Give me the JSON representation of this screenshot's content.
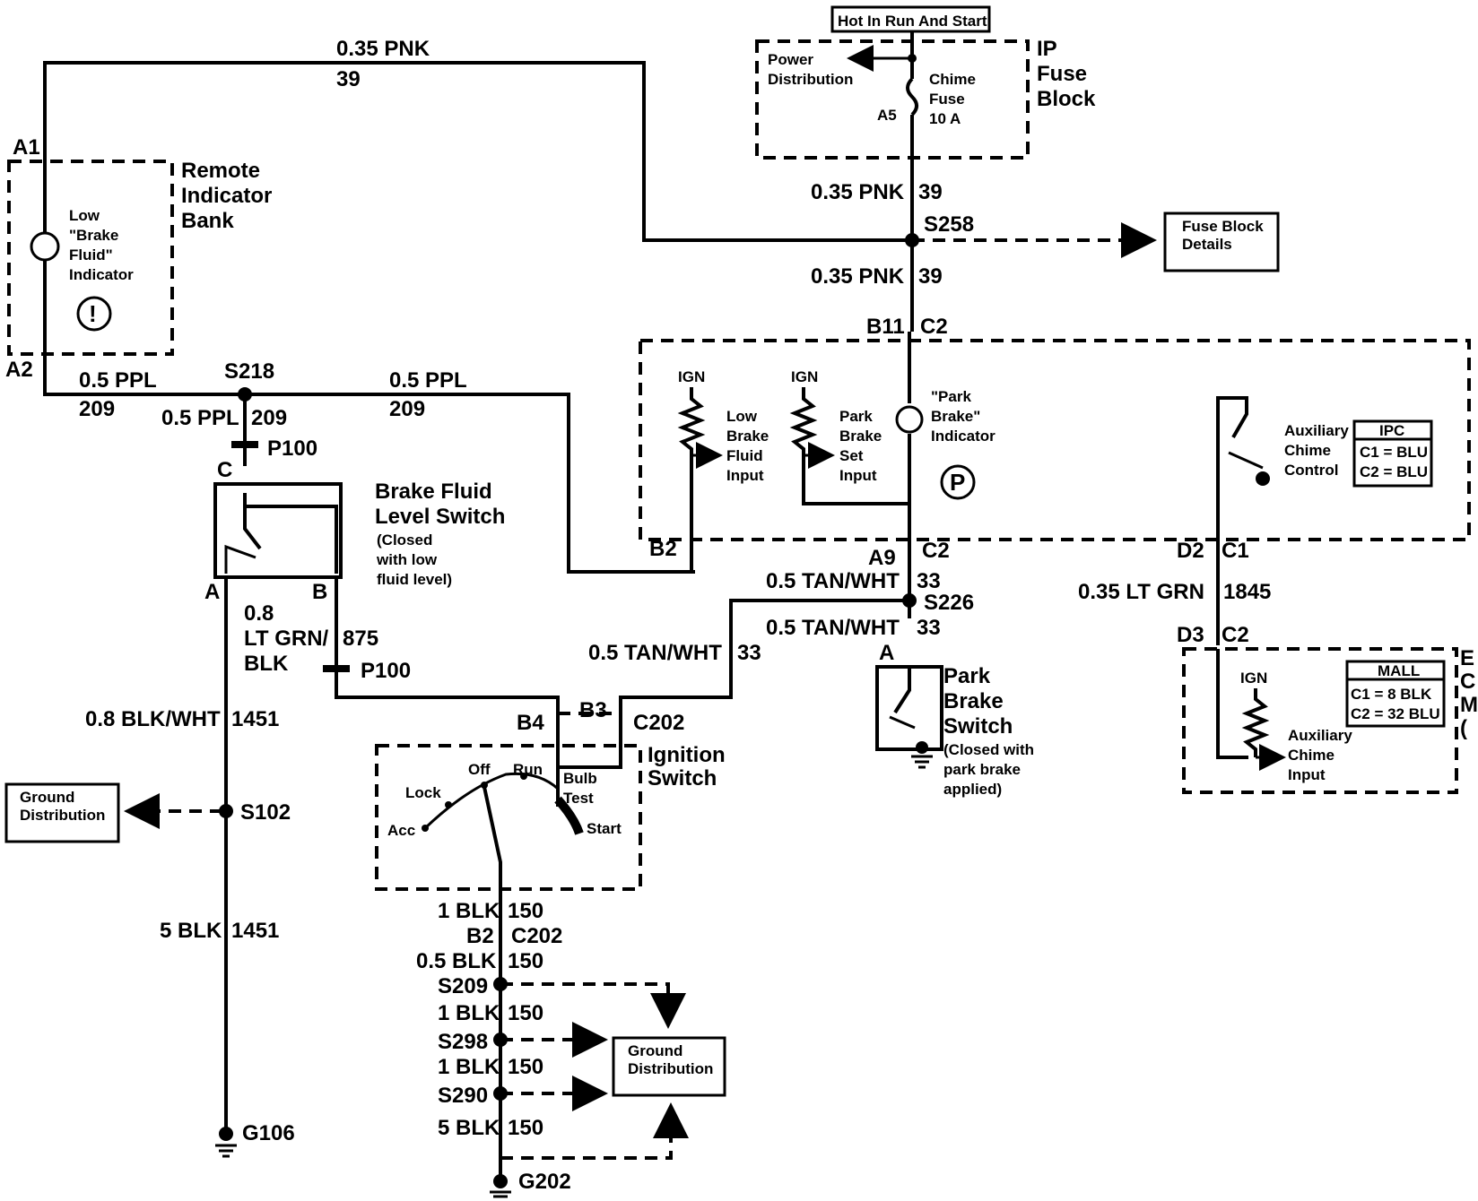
{
  "top_label": "Hot In Run And Start",
  "ip_fuse_block": {
    "title": [
      "IP",
      "Fuse",
      "Block"
    ],
    "power_dist": [
      "Power",
      "Distribution"
    ],
    "fuse": [
      "Chime",
      "Fuse",
      "10 A"
    ],
    "pin": "A5"
  },
  "wires": {
    "pnk_top": "0.35 PNK",
    "pnk_top_num": "39",
    "pnk_a": "0.35 PNK",
    "pnk_a_num": "39",
    "pnk_b": "0.35 PNK",
    "pnk_b_num": "39",
    "ppl_left": "0.5 PPL",
    "ppl_left_num": "209",
    "ppl_right": "0.5 PPL",
    "ppl_right_num": "209",
    "ppl_down": "0.5 PPL",
    "ppl_down_num": "209",
    "ltgrnblk": [
      "0.8",
      "LT GRN/",
      "BLK"
    ],
    "ltgrnblk_num": "875",
    "blkwht": "0.8 BLK/WHT",
    "blkwht_num": "1451",
    "blk5": "5 BLK",
    "blk5_num": "1451",
    "tan1": "0.5 TAN/WHT",
    "tan1_num": "33",
    "tan2": "0.5 TAN/WHT",
    "tan2_num": "33",
    "tan3": "0.5 TAN/WHT",
    "tan3_num": "33",
    "ltgrn": "0.35 LT GRN",
    "ltgrn_num": "1845",
    "g1": "1 BLK",
    "g1_num": "150",
    "g2": "0.5 BLK",
    "g2_num": "150",
    "g3": "1 BLK",
    "g3_num": "150",
    "g4": "1 BLK",
    "g4_num": "150",
    "g5": "5 BLK",
    "g5_num": "150"
  },
  "splices": {
    "s258": "S258",
    "s218": "S218",
    "s226": "S226",
    "s102": "S102",
    "s209": "S209",
    "s298": "S298",
    "s290": "S290"
  },
  "grounds": {
    "g106": "G106",
    "g202": "G202"
  },
  "connectors": {
    "a1": "A1",
    "a2": "A2",
    "p100a": "P100",
    "p100b": "P100",
    "c": "C",
    "a": "A",
    "b": "B",
    "b11": "B11",
    "c2a": "C2",
    "b2": "B2",
    "a9": "A9",
    "c2b": "C2",
    "d2": "D2",
    "c1": "C1",
    "d3": "D3",
    "c2c": "C2",
    "a_pb": "A",
    "b4": "B4",
    "b3": "B3",
    "c202": "C202",
    "b2l": "B2",
    "c202b": "C202"
  },
  "remote_bank": {
    "title": [
      "Remote",
      "Indicator",
      "Bank"
    ],
    "indicator": [
      "Low",
      "\"Brake",
      "Fluid\"",
      "Indicator"
    ],
    "symbol": "!"
  },
  "fuse_block_details": [
    "Fuse Block",
    "Details"
  ],
  "brake_fluid_switch": {
    "title": [
      "Brake Fluid",
      "Level Switch"
    ],
    "note": [
      "(Closed",
      "with low",
      "fluid level)"
    ]
  },
  "ipc": {
    "ign1": "IGN",
    "ign2": "IGN",
    "low_brake": [
      "Low",
      "Brake",
      "Fluid",
      "Input"
    ],
    "park_input": [
      "Park",
      "Brake",
      "Set",
      "Input"
    ],
    "park_ind": [
      "\"Park",
      "Brake\"",
      "Indicator"
    ],
    "park_symbol": "P",
    "aux": [
      "Auxiliary",
      "Chime",
      "Control"
    ],
    "legend": {
      "title": "IPC",
      "c1": "C1 = BLU",
      "c2": "C2 = BLU"
    }
  },
  "mall": {
    "ign": "IGN",
    "aux": [
      "Auxiliary",
      "Chime",
      "Input"
    ],
    "legend": {
      "title": "MALL",
      "c1": "C1 = 8 BLK",
      "c2": "C2 = 32 BLU"
    },
    "edge": [
      "E",
      "C",
      "M",
      "("
    ]
  },
  "park_brake_switch": {
    "title": [
      "Park",
      "Brake",
      "Switch"
    ],
    "note": [
      "(Closed with",
      "park brake",
      "applied)"
    ]
  },
  "ignition_switch": {
    "title": [
      "Ignition",
      "Switch"
    ],
    "lock": "Lock",
    "off": "Off",
    "run": "Run",
    "acc": "Acc",
    "bulb": [
      "Bulb",
      "Test"
    ],
    "start": "Start"
  },
  "ground_dist_left": [
    "Ground",
    "Distribution"
  ],
  "ground_dist_bottom": [
    "Ground",
    "Distribution"
  ]
}
